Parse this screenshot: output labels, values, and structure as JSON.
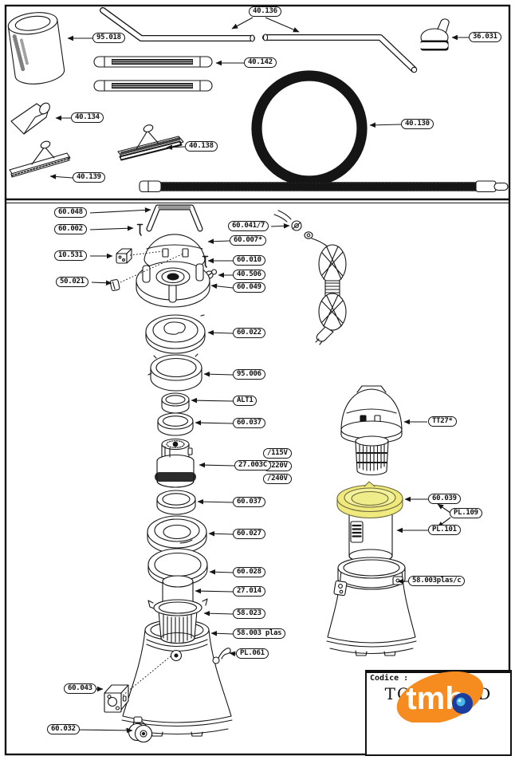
{
  "title_block": {
    "codice_label": "Codice :",
    "model_code": "TOPP35WD",
    "brand": "tmb"
  },
  "colors": {
    "highlight_yellow": "#efe97e",
    "highlight_yellow_light": "#f4f19b",
    "brand_orange": "#f68b1f",
    "brand_blue_dark": "#1b3e9e",
    "brand_blue_light": "#49b8e8",
    "line": "#151515"
  },
  "callouts": {
    "p95018": "95.018",
    "p40136": "40.136",
    "p36031": "36.031",
    "p40142": "40.142",
    "p40134": "40.134",
    "p40130": "40.130",
    "p40138": "40.138",
    "p40139": "40.139",
    "p60048": "60.048",
    "p60002": "60.002",
    "p10531": "10.531",
    "p50021": "50.021",
    "p60041_7": "60.041/7",
    "p60007": "60.007*",
    "p60010": "60.010",
    "p40506": "40.506",
    "p60049": "60.049",
    "p60022": "60.022",
    "p95006": "95.006",
    "palt1": "ALT1",
    "p60037a": "60.037",
    "p27003c": "27.003C",
    "v115": "/115V",
    "v220": "/220V",
    "v240": "/240V",
    "p60037b": "60.037",
    "p60027": "60.027",
    "p60028": "60.028",
    "p27014": "27.014",
    "p58023": "58.023",
    "p58003plas": "58.003 plas",
    "pl061": "PL.061",
    "tt27": "TT27*",
    "p60039": "60.039",
    "pl109": "PL.109",
    "pl101": "PL.101",
    "p58003plasc": "58.003plas/c",
    "p60043": "60.043",
    "p60032": "60.032"
  }
}
